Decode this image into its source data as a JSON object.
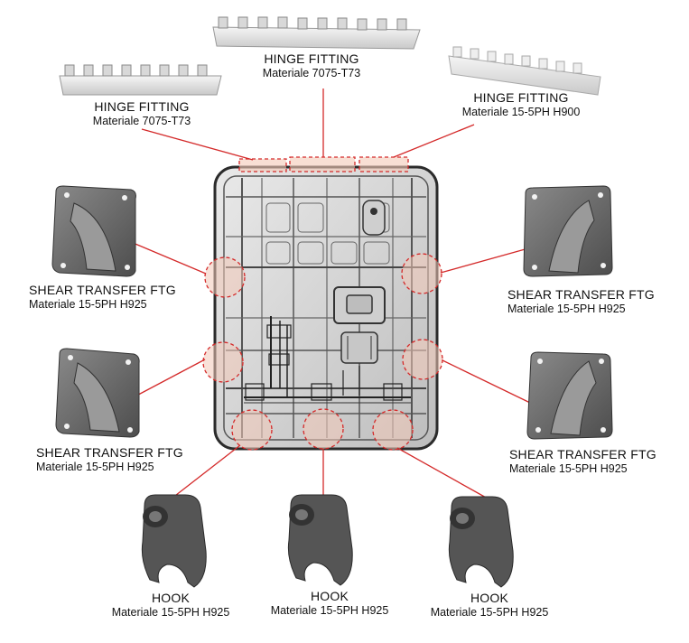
{
  "components": [
    {
      "id": "hinge-left",
      "title": "HINGE FITTING",
      "material": "Materiale 7075-T73"
    },
    {
      "id": "hinge-center",
      "title": "HINGE FITTING",
      "material": "Materiale 7075-T73"
    },
    {
      "id": "hinge-right",
      "title": "HINGE FITTING",
      "material": "Materiale 15-5PH H900"
    },
    {
      "id": "shear-left-upper",
      "title": "SHEAR TRANSFER FTG",
      "material": "Materiale 15-5PH H925"
    },
    {
      "id": "shear-left-lower",
      "title": "SHEAR TRANSFER FTG",
      "material": "Materiale 15-5PH H925"
    },
    {
      "id": "shear-right-upper",
      "title": "SHEAR TRANSFER FTG",
      "material": "Materiale 15-5PH H925"
    },
    {
      "id": "shear-right-lower",
      "title": "SHEAR TRANSFER FTG",
      "material": "Materiale 15-5PH H925"
    },
    {
      "id": "hook-left",
      "title": "HOOK",
      "material": "Materiale 15-5PH H925"
    },
    {
      "id": "hook-center",
      "title": "HOOK",
      "material": "Materiale 15-5PH H925"
    },
    {
      "id": "hook-right",
      "title": "HOOK",
      "material": "Materiale 15-5PH H925"
    }
  ],
  "colors": {
    "leader": "#d42a2a",
    "highlight_fill": "#f3c9b8",
    "part_gray": "#6b6b6b",
    "part_light": "#e6e6e6"
  }
}
